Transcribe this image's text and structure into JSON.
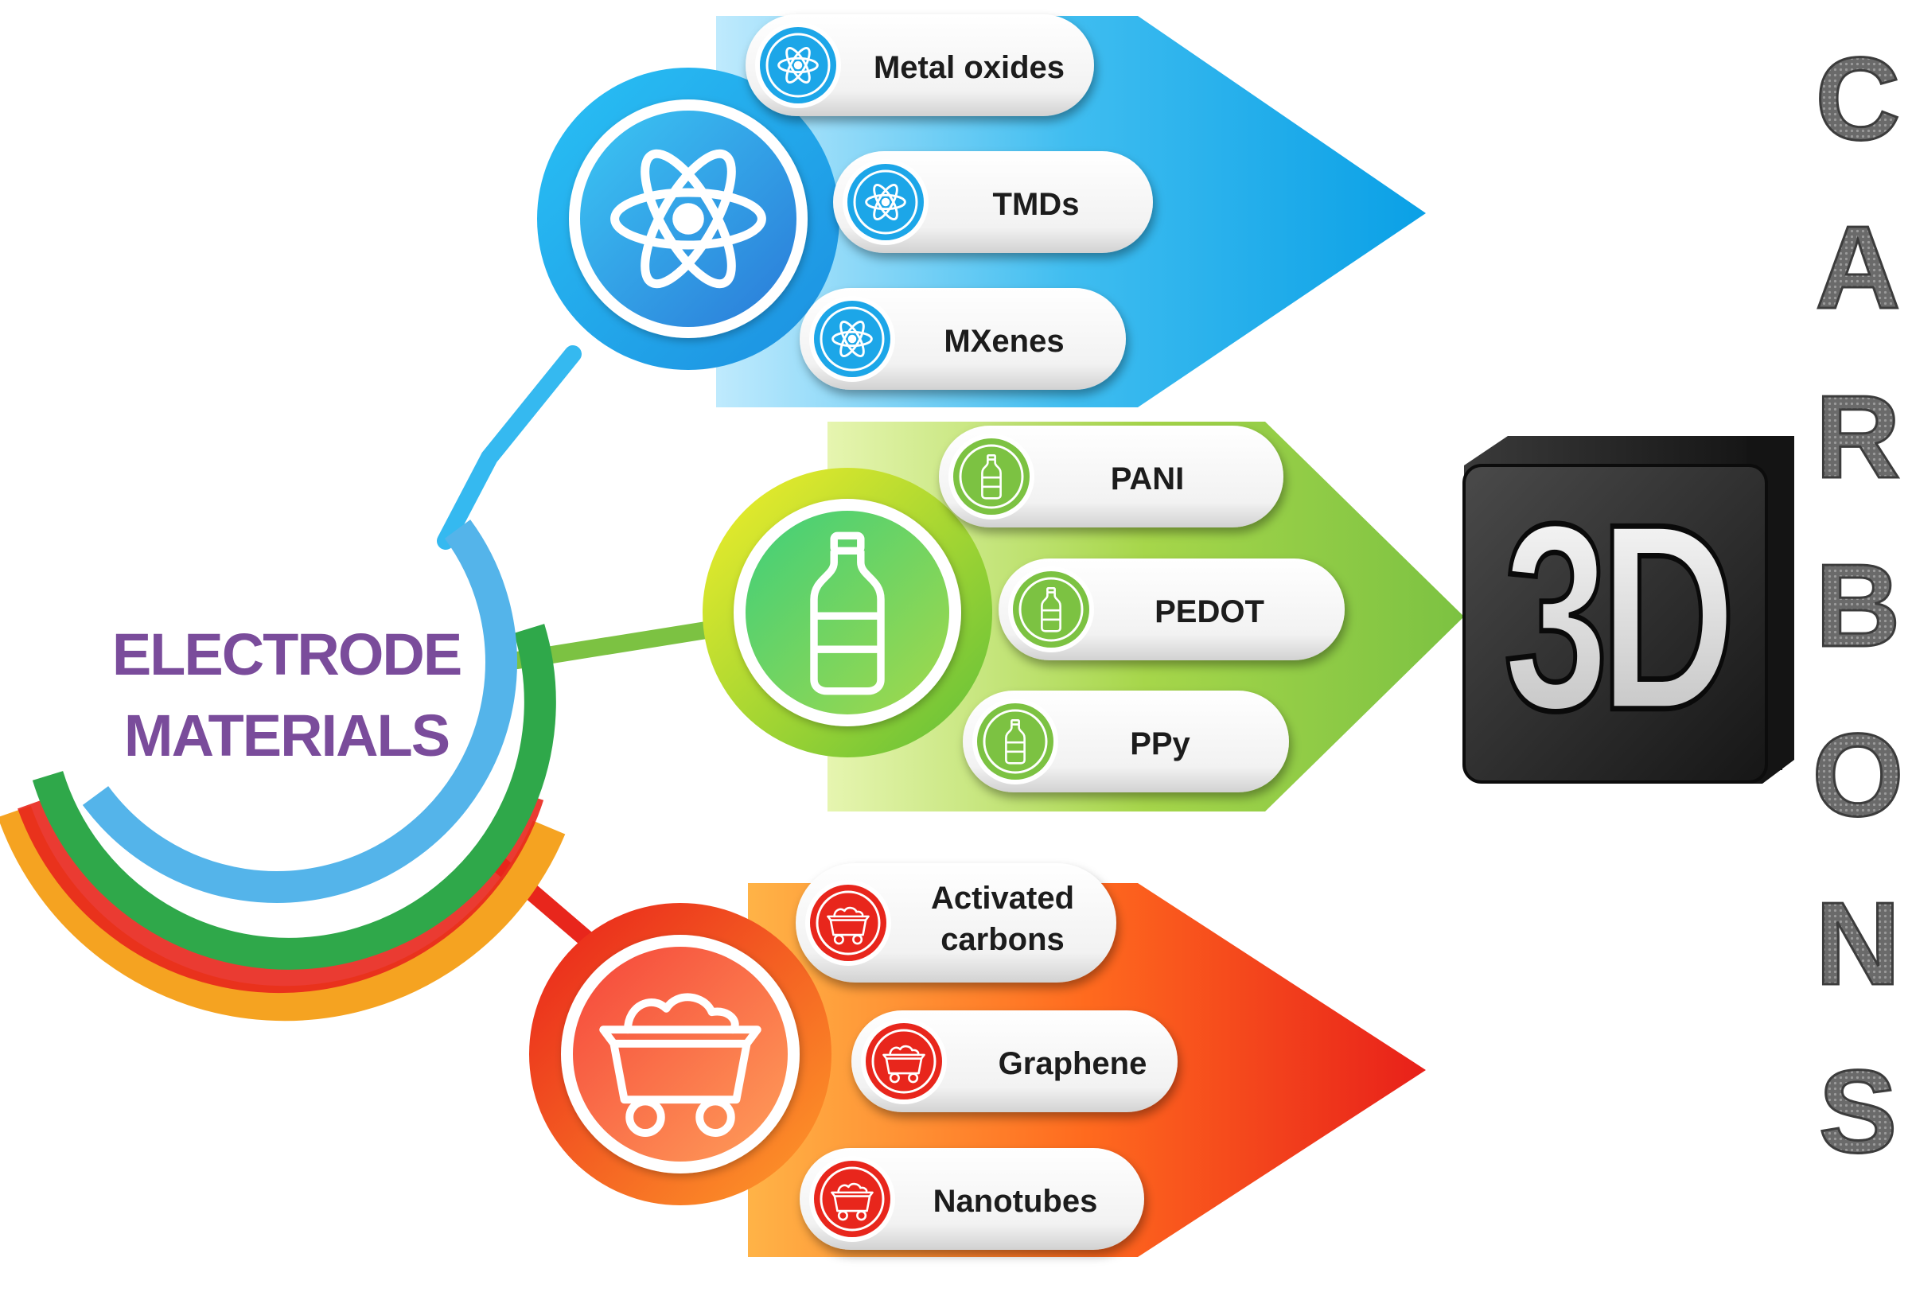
{
  "center": {
    "line1": "ELECTRODE",
    "line2": "MATERIALS"
  },
  "branches": [
    {
      "id": "metal-oxides-group",
      "theme": "blue",
      "icon": "atom-icon",
      "items": [
        {
          "label": "Metal oxides"
        },
        {
          "label": "TMDs"
        },
        {
          "label": "MXenes"
        }
      ]
    },
    {
      "id": "conducting-polymers-group",
      "theme": "green",
      "icon": "bottle-icon",
      "items": [
        {
          "label": "PANI"
        },
        {
          "label": "PEDOT"
        },
        {
          "label": "PPy"
        }
      ]
    },
    {
      "id": "carbons-group",
      "theme": "red",
      "icon": "mine-cart-icon",
      "items": [
        {
          "label": "Activated",
          "label2": "carbons"
        },
        {
          "label": "Graphene"
        },
        {
          "label": "Nanotubes"
        }
      ]
    }
  ],
  "badge": {
    "text": "3D"
  },
  "side_title": {
    "letters": [
      "C",
      "A",
      "R",
      "B",
      "O",
      "N",
      "S"
    ]
  },
  "colors": {
    "blue": "#1ea8ea",
    "green": "#7cc242",
    "red": "#e8261c",
    "orange": "#f5a321",
    "title_purple": "#7a4c9b",
    "badge_dark": "#2e2e2e"
  }
}
